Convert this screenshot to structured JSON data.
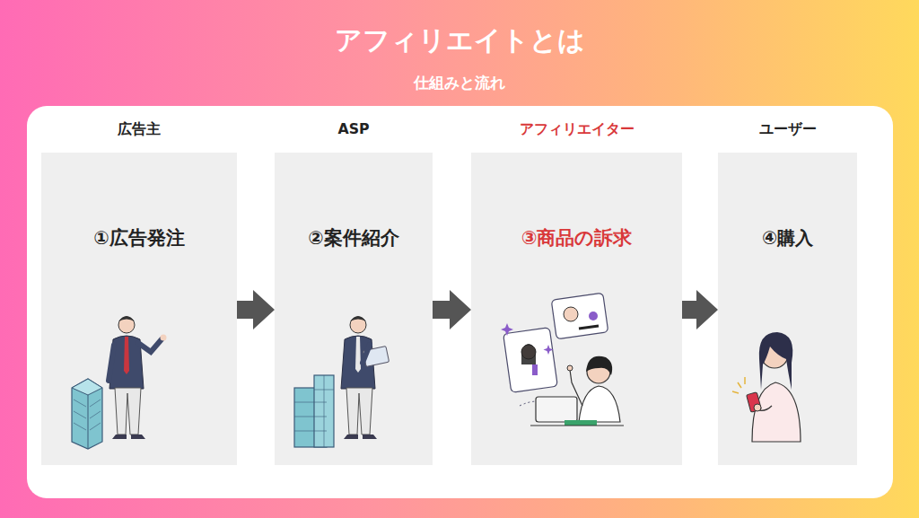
{
  "diagram": {
    "title": "アフィリエイトとは",
    "nodes": [
      {
        "text": [
          "広告主",
          "①広告発注"
        ]
      },
      {
        "text": [
          "ASP",
          "②案件紹介"
        ]
      },
      {
        "text": [
          "アフィリエイター",
          "③商品の訴求"
        ]
      },
      {
        "text": [
          "ユーザー",
          "④購入"
        ]
      }
    ],
    "edges": [
      {
        "from": 0,
        "to": 1,
        "arrow": "to"
      },
      {
        "from": 1,
        "to": 2,
        "arrow": "to"
      },
      {
        "from": 2,
        "to": 3,
        "arrow": "to"
      }
    ],
    "labels": [
      "仕組みと流れ"
    ]
  }
}
